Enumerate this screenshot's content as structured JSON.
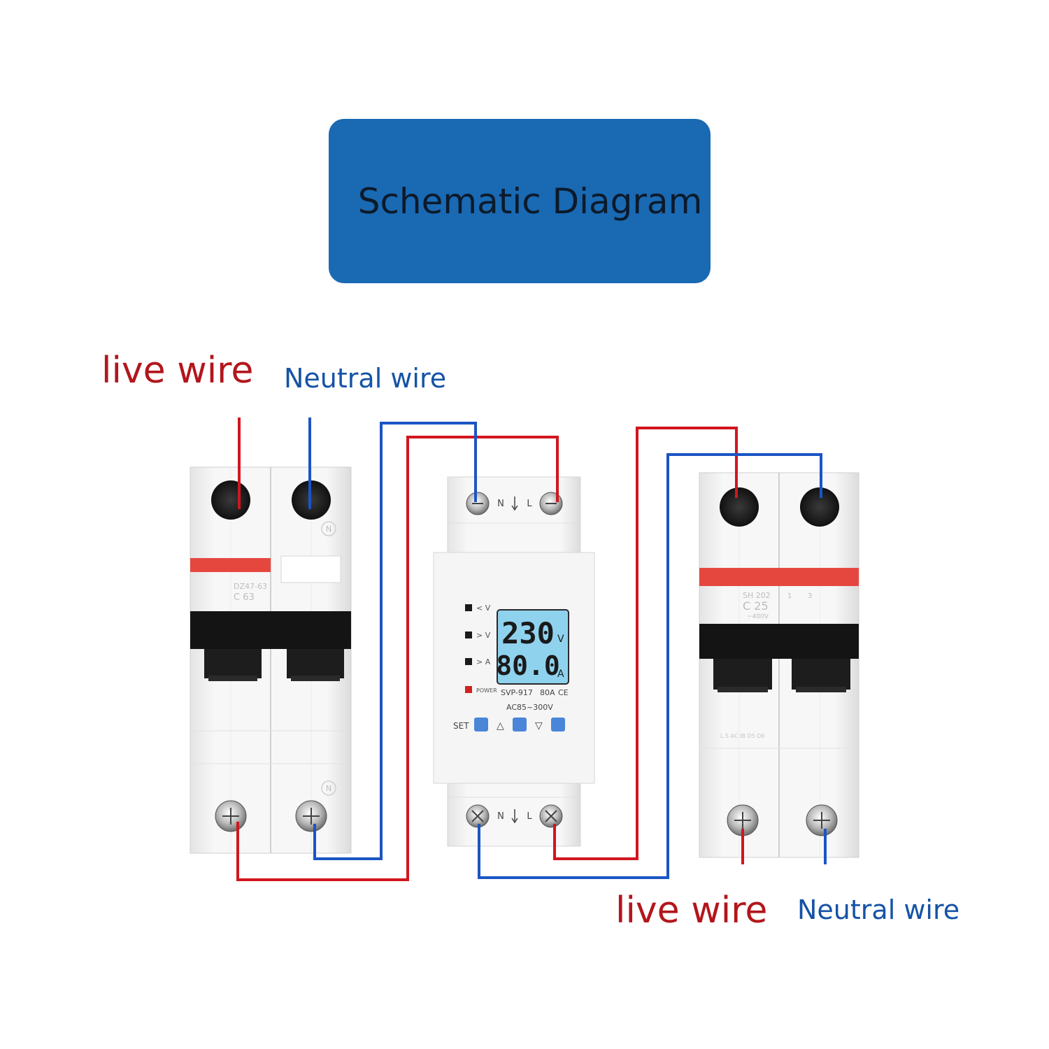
{
  "title": "Schematic Diagram",
  "labels": {
    "top_live": "live wire",
    "top_neutral": "Neutral wire",
    "bottom_live": "live wire",
    "bottom_neutral": "Neutral wire"
  },
  "left_breaker": {
    "model": "DZ47-63",
    "rating": "C 63",
    "pole_mark": "N"
  },
  "protector": {
    "top_terminal_labels": [
      "N",
      "L"
    ],
    "bottom_terminal_labels": [
      "N",
      "L"
    ],
    "indicators": [
      "< V",
      "> V",
      "> A",
      "POWER"
    ],
    "display_voltage": "230",
    "display_voltage_unit": "V",
    "display_current": "80.0",
    "display_current_unit": "A",
    "model": "SVP-917",
    "rating": "80A",
    "cert": "CE",
    "range": "AC85~300V",
    "buttons": [
      "SET",
      "△",
      "▽"
    ]
  },
  "right_breaker": {
    "model": "SH 202",
    "rating": "C 25",
    "voltage": "~400V",
    "pole_marks": [
      "1",
      "3"
    ],
    "bottom_marks": "L.S  AC  IB  D5  D6"
  },
  "colors": {
    "live": "#d1161e",
    "neutral": "#1b55c4",
    "title_box": "#1a69b3",
    "breaker_stripe": "#e5473f",
    "lcd": "#8fd2ee",
    "button": "#4a86d8"
  }
}
